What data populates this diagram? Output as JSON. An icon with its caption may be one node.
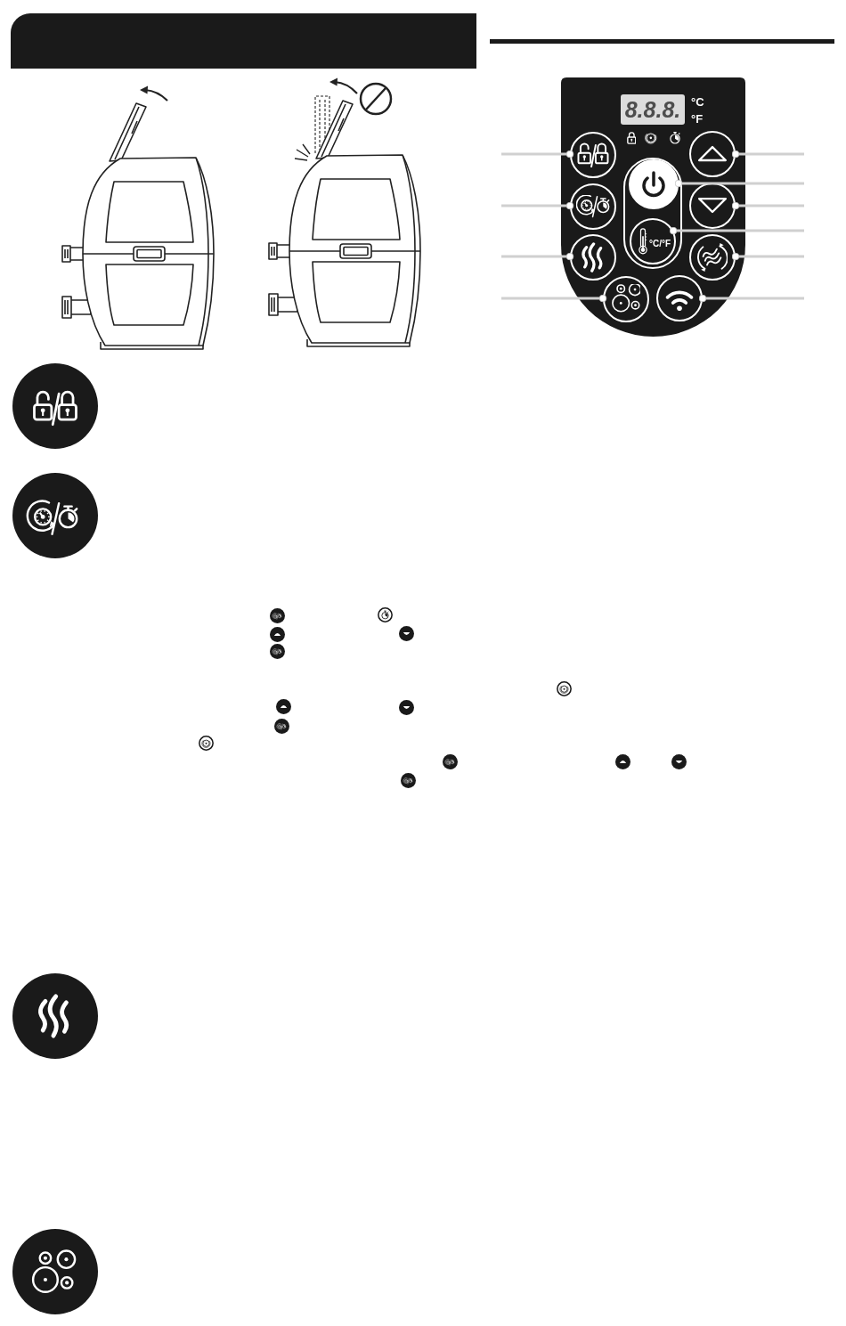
{
  "diagram": {
    "nodes": [
      {
        "text": [],
        "shape": "box"
      },
      {
        "text": [
          "8.8.8."
        ],
        "beside": [
          "°C",
          "°F"
        ],
        "in": 0
      },
      {
        "text": [],
        "shape": "circle",
        "in": 0
      },
      {
        "text": [],
        "shape": "circle",
        "in": 0
      },
      {
        "text": [],
        "shape": "box",
        "in": 0
      },
      {
        "text": [],
        "shape": "circle",
        "in": 4
      },
      {
        "text": [],
        "shape": "circle",
        "in": 0
      },
      {
        "text": [],
        "shape": "circle",
        "in": 0
      },
      {
        "text": [
          "°C/°F"
        ],
        "in": 4
      },
      {
        "text": [],
        "shape": "circle",
        "in": 0
      },
      {
        "text": [],
        "shape": "circle",
        "in": 0
      },
      {
        "text": [],
        "shape": "circle",
        "in": 0
      },
      {
        "text": [],
        "shape": "circle",
        "in": 0
      }
    ],
    "edges": [
      {
        "from": null,
        "to": 2,
        "arrow": "other"
      },
      {
        "from": null,
        "to": 3,
        "arrow": "other"
      },
      {
        "from": null,
        "to": 5,
        "arrow": "other"
      },
      {
        "from": null,
        "to": 6,
        "arrow": "other"
      },
      {
        "from": null,
        "to": 7,
        "arrow": "other"
      },
      {
        "from": null,
        "to": 8,
        "arrow": "other"
      },
      {
        "from": null,
        "to": 9,
        "arrow": "other"
      },
      {
        "from": null,
        "to": 10,
        "arrow": "other"
      },
      {
        "from": null,
        "to": 11,
        "arrow": "other"
      },
      {
        "from": null,
        "to": 12,
        "arrow": "other"
      }
    ]
  }
}
